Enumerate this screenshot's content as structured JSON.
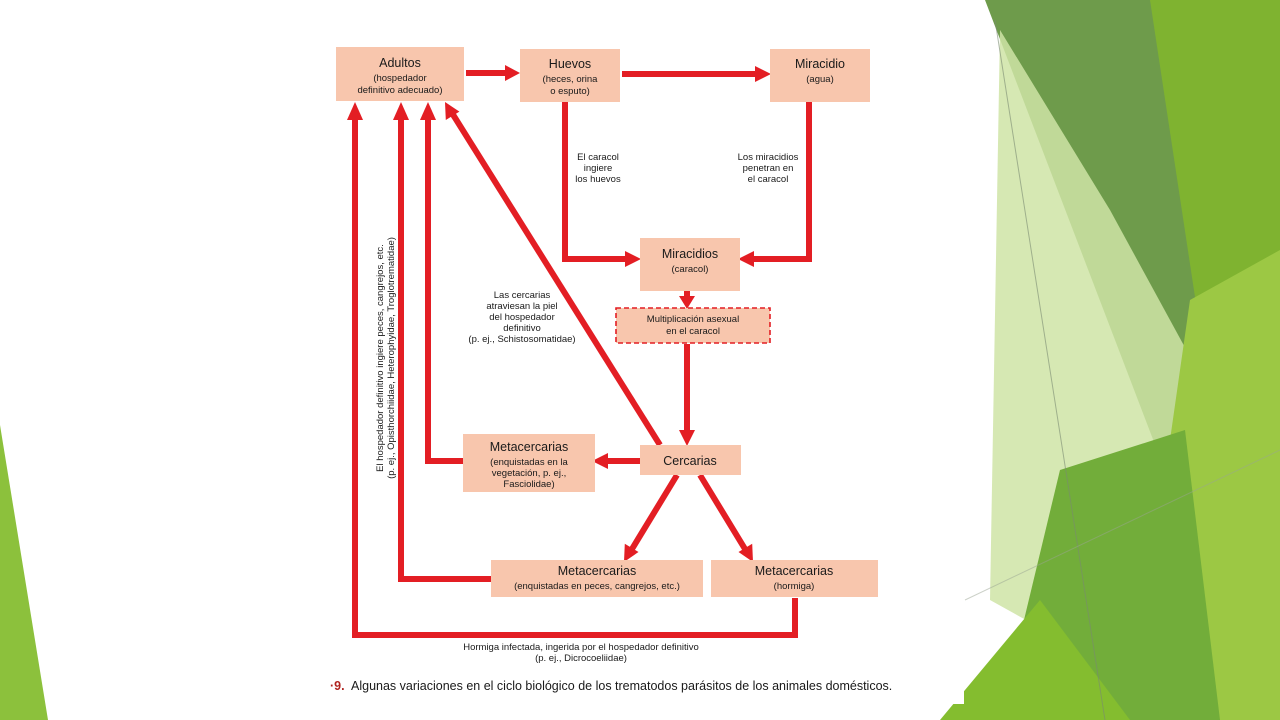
{
  "colors": {
    "arrow": "#e31e24",
    "box_fill": "#f8c6ad",
    "box_dashed_border": "#e31e24",
    "caption_number": "#b0231f",
    "green_dark": "#6e9b4b",
    "green_mid": "#7fb330",
    "green_light": "#9cc844",
    "green_pale": "#cfe4a6"
  },
  "nodes": {
    "adultos": {
      "title": "Adultos",
      "lines": [
        "(hospedador",
        "definitivo adecuado)"
      ]
    },
    "huevos": {
      "title": "Huevos",
      "lines": [
        "(heces, orina",
        "o esputo)"
      ]
    },
    "miracidio": {
      "title": "Miracidio",
      "lines": [
        "(agua)"
      ]
    },
    "miracidios": {
      "title": "Miracidios",
      "lines": [
        "(caracol)"
      ]
    },
    "multiplicacion": {
      "lines": [
        "Multiplicación asexual",
        "en el caracol"
      ]
    },
    "cercarias": {
      "title": "Cercarias"
    },
    "meta_veg": {
      "title": "Metacercarias",
      "lines": [
        "(enquistadas en la",
        "vegetación, p. ej.,",
        "Fasciolidae)"
      ]
    },
    "meta_peces": {
      "title": "Metacercarias",
      "lines": [
        "(enquistadas en peces, cangrejos, etc.)"
      ]
    },
    "meta_hormiga": {
      "title": "Metacercarias",
      "lines": [
        "(hormiga)"
      ]
    }
  },
  "labels": {
    "caracol_ingiere": [
      "El caracol",
      "ingiere",
      "los huevos"
    ],
    "miracidios_penetran": [
      "Los miracidios",
      "penetran en",
      "el caracol"
    ],
    "cercarias_piel": [
      "Las cercarias",
      "atraviesan la piel",
      "del hospedador",
      "definitivo",
      "(p. ej., Schistosomatidae)"
    ],
    "vertical": [
      "El hospedador definitivo ingiere peces, cangrejos, etc.",
      "(p. ej., Opisthorchiidae, Heterophyidae, Troglotrematidae)"
    ],
    "hormiga": [
      "Hormiga infectada, ingerida por el hospedador definitivo",
      "(p. ej., Dicrocoeliidae)"
    ]
  },
  "caption": {
    "number": "·9.",
    "text": "Algunas variaciones en el ciclo biológico de los trematodos parásitos de los animales domésticos."
  }
}
